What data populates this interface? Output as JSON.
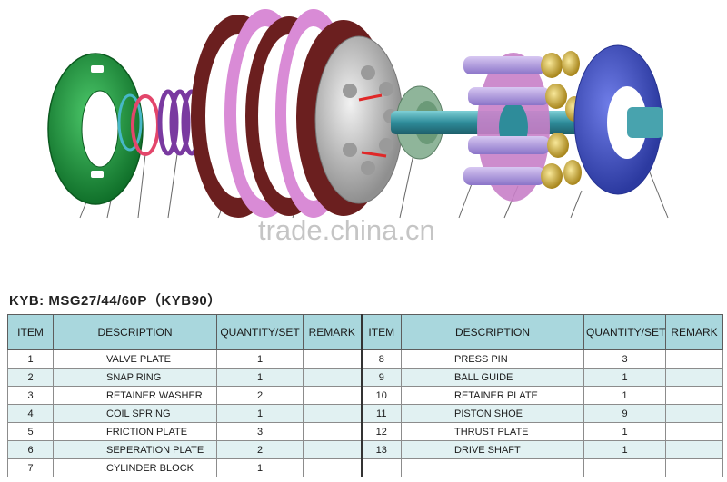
{
  "watermark": "trade.china.cn",
  "title": "KYB: MSG27/44/60P（KYB90）",
  "columns": [
    "ITEM",
    "DESCRIPTION",
    "QUANTITY/SET",
    "REMARK"
  ],
  "parts": [
    {
      "item": "1",
      "description": "VALVE PLATE",
      "quantity": "1",
      "remark": ""
    },
    {
      "item": "2",
      "description": "SNAP RING",
      "quantity": "1",
      "remark": ""
    },
    {
      "item": "3",
      "description": "RETAINER WASHER",
      "quantity": "2",
      "remark": ""
    },
    {
      "item": "4",
      "description": "COIL SPRING",
      "quantity": "1",
      "remark": ""
    },
    {
      "item": "5",
      "description": "FRICTION PLATE",
      "quantity": "3",
      "remark": ""
    },
    {
      "item": "6",
      "description": "SEPERATION PLATE",
      "quantity": "2",
      "remark": ""
    },
    {
      "item": "7",
      "description": "CYLINDER BLOCK",
      "quantity": "1",
      "remark": ""
    },
    {
      "item": "8",
      "description": "PRESS PIN",
      "quantity": "3",
      "remark": ""
    },
    {
      "item": "9",
      "description": "BALL GUIDE",
      "quantity": "1",
      "remark": ""
    },
    {
      "item": "10",
      "description": "RETAINER PLATE",
      "quantity": "1",
      "remark": ""
    },
    {
      "item": "11",
      "description": "PISTON SHOE",
      "quantity": "9",
      "remark": ""
    },
    {
      "item": "12",
      "description": "THRUST PLATE",
      "quantity": "1",
      "remark": ""
    },
    {
      "item": "13",
      "description": "DRIVE SHAFT",
      "quantity": "1",
      "remark": ""
    }
  ],
  "colors": {
    "header_bg": "#a9d7dd",
    "row_alt_bg": "#e1f1f2",
    "valve_plate": "#1f8a3c",
    "snap_ring": "#e3466b",
    "coil_spring": "#7a3aa0",
    "friction_plate": "#6b1f1f",
    "separation_plate": "#d98bd6",
    "cylinder_block": "#b9b9b9",
    "thrust_plate": "#4352c0"
  }
}
